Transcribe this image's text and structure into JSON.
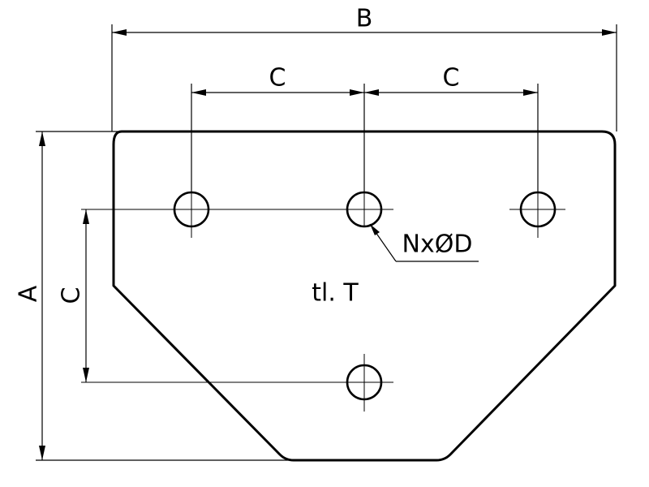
{
  "labels": {
    "width": "B",
    "height": "A",
    "pitch_left": "C",
    "pitch_right": "C",
    "pitch_vertical": "C",
    "holes": "NxØD",
    "thickness": "tl. T"
  }
}
